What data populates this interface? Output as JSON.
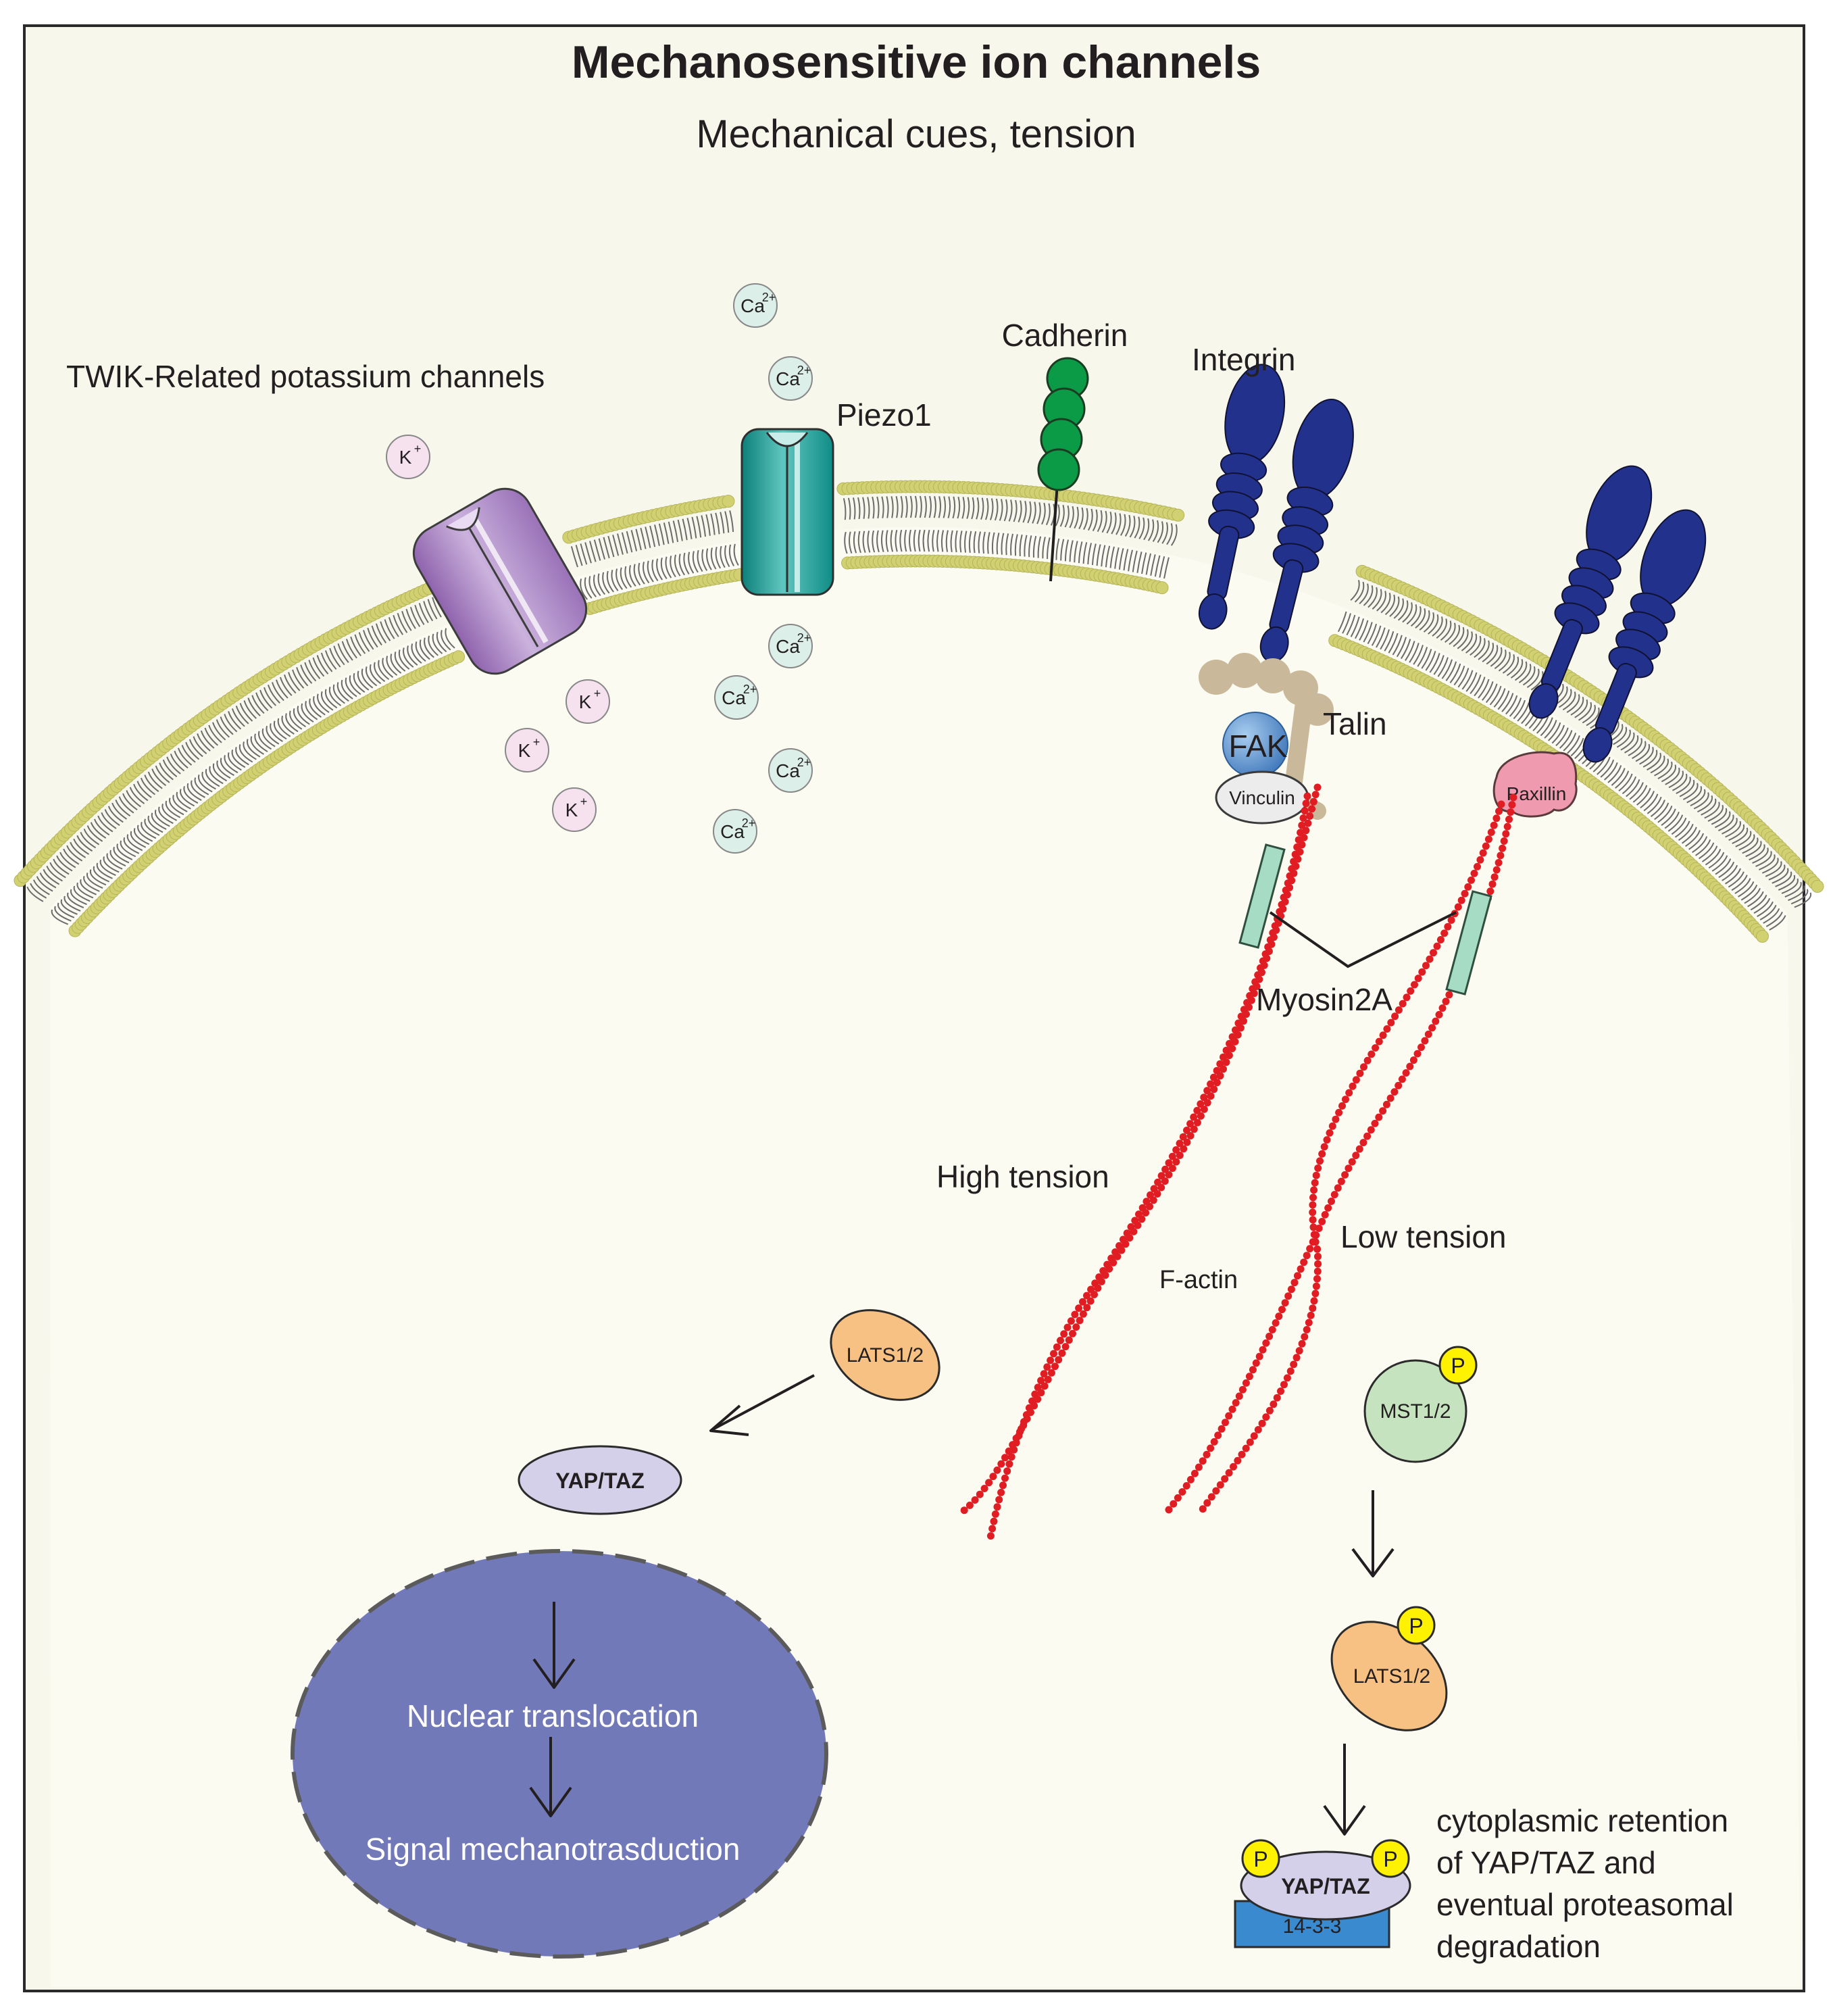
{
  "title": "Mechanosensitive ion channels",
  "subtitle": "Mechanical cues, tension",
  "channels": {
    "trek": {
      "label": "TWIK-Related potassium channels"
    },
    "piezo": {
      "label": "Piezo1"
    },
    "cadherin": {
      "label": "Cadherin"
    },
    "integrin": {
      "label": "Integrin"
    }
  },
  "ions": {
    "k": "K",
    "k_charge": "+",
    "ca": "Ca",
    "ca_charge": "2+"
  },
  "adhesion": {
    "talin": "Talin",
    "fak": "FAK",
    "vinculin": "Vinculin",
    "paxillin": "Paxillin",
    "myosin": "Myosin2A",
    "factin": "F-actin",
    "high_tension": "High tension",
    "low_tension": "Low tension"
  },
  "pathway": {
    "lats_left": "LATS1/2",
    "yaptaz_left": "YAP/TAZ",
    "nuclear": "Nuclear translocation",
    "signal": "Signal mechanotrasduction",
    "mst": "MST1/2",
    "phospho": "P",
    "lats_right": "LATS1/2",
    "yaptaz_right": "YAP/TAZ",
    "protein_1433": "14-3-3",
    "retention_lines": [
      "cytoplasmic retention",
      "of YAP/TAZ and",
      "eventual  proteasomal",
      "degradation"
    ]
  },
  "colors": {
    "background": "#f8f8ee",
    "cytoplasm": "#fbfbf1",
    "lipid_head": "#d2d172",
    "trek": "#a47dbe",
    "piezo": "#149b94",
    "cadherin": "#0b9b47",
    "integrin": "#22328c",
    "talin": "#c9b99a",
    "fak": "#4d87c7",
    "paxillin": "#ef9aae",
    "actin": "#e11d24",
    "myosin": "#a7dcc4",
    "k_ion": "#f6e2ee",
    "ca_ion": "#dcefe9",
    "lats": "#f8c184",
    "yaptaz": "#d4d0ea",
    "nucleus": "#7279b9",
    "mst": "#c6e3bf",
    "phospho": "#fff200",
    "box_1433": "#3a8ad0"
  }
}
